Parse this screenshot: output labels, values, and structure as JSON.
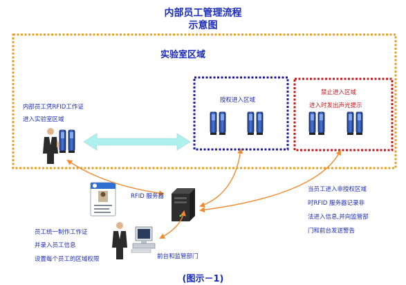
{
  "title_line1": "内部员工管理流程",
  "title_line2": "示意图",
  "lab_area_label": "实验室区域",
  "authorized_zone_label": "授权进入区域",
  "forbidden_zone": {
    "line1": "禁止进入区域",
    "line2": "进入时发出声光提示"
  },
  "employee_note": {
    "line1": "内部员工凭RFID工作证",
    "line2": "进入实验室区域"
  },
  "rfid_server_label": "RFID 服务器",
  "admin_note": {
    "line1": "员工统一制作工作证",
    "line2": "并录入员工信息",
    "line3": "设置每个员工的区域权限"
  },
  "reception_label": "前台和监管部门",
  "alert_note": {
    "line1": "当员工进入非授权区域",
    "line2": "时RFID  服务器记录非",
    "line3": "法进入信息,并向监管部",
    "line4": "门和前台发送警告"
  },
  "caption": "(图示－1)",
  "colors": {
    "lab_border": "#e8a11e",
    "authorized_border": "#1a1aa6",
    "forbidden_border": "#c4161c",
    "arrow": "#f28a30",
    "cyan_arrow": "#aef0ee",
    "text_blue": "#1a2bb8",
    "text_red": "#c4161c"
  }
}
